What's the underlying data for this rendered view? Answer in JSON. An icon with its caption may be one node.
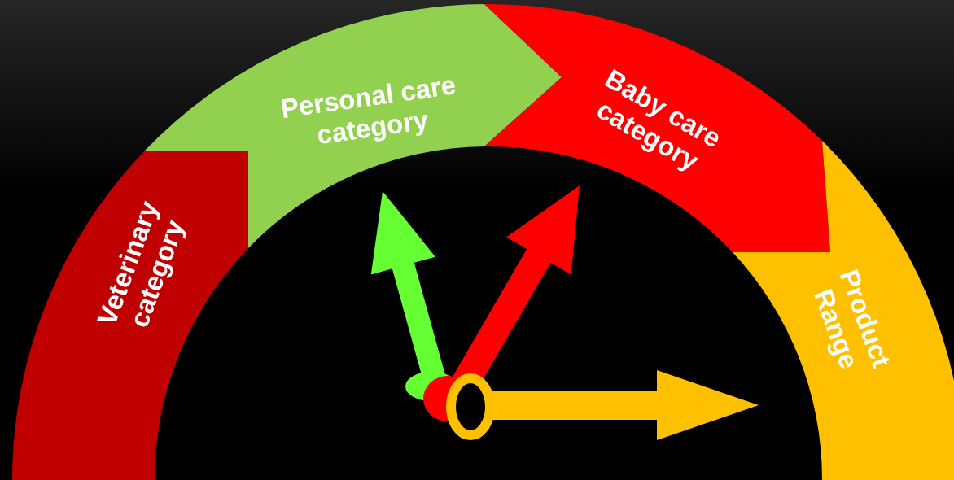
{
  "diagram": {
    "nodes": [
      {
        "text": [
          "Veterinary category"
        ]
      },
      {
        "text": [
          "Personal care category"
        ]
      },
      {
        "text": [
          "Baby care category"
        ]
      },
      {
        "text": [
          "Product Range"
        ]
      }
    ]
  }
}
